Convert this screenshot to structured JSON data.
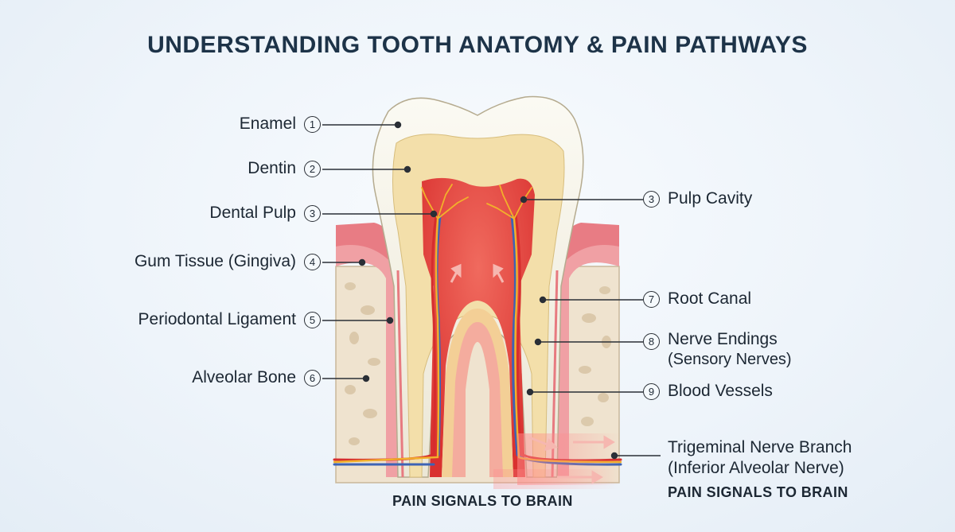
{
  "title": "UNDERSTANDING TOOTH ANATOMY & PAIN PATHWAYS",
  "left_labels": [
    {
      "label": "Enamel",
      "number": "1"
    },
    {
      "label": "Dentin",
      "number": "2"
    },
    {
      "label": "Dental Pulp",
      "number": "3"
    },
    {
      "label": "Gum Tissue (Gingiva)",
      "number": "4"
    },
    {
      "label": "Periodontal Ligament",
      "number": "5"
    },
    {
      "label": "Alveolar Bone",
      "number": "6"
    }
  ],
  "right_labels": [
    {
      "label": "Pulp Cavity",
      "number": "3"
    },
    {
      "label": "Root Canal",
      "number": "7"
    },
    {
      "label": "Nerve Endings",
      "sublabel": "(Sensory Nerves)",
      "number": "8"
    },
    {
      "label": "Blood Vessels",
      "number": "9"
    },
    {
      "label": "Trigeminal Nerve Branch",
      "sublabel": "(Inferior Alveolar Nerve)"
    }
  ],
  "captions": {
    "bottom_center": "PAIN SIGNALS TO BRAIN",
    "bottom_right": "PAIN SIGNALS TO BRAIN"
  },
  "colors": {
    "enamel": "#f4f1e6",
    "dentin": "#f3dfaa",
    "pulp": "#e5413c",
    "gum": "#f0a0a4",
    "bone": "#efe3cf",
    "nerve": "#f2b02b",
    "artery": "#d62d2d",
    "vein": "#3d63b5"
  }
}
